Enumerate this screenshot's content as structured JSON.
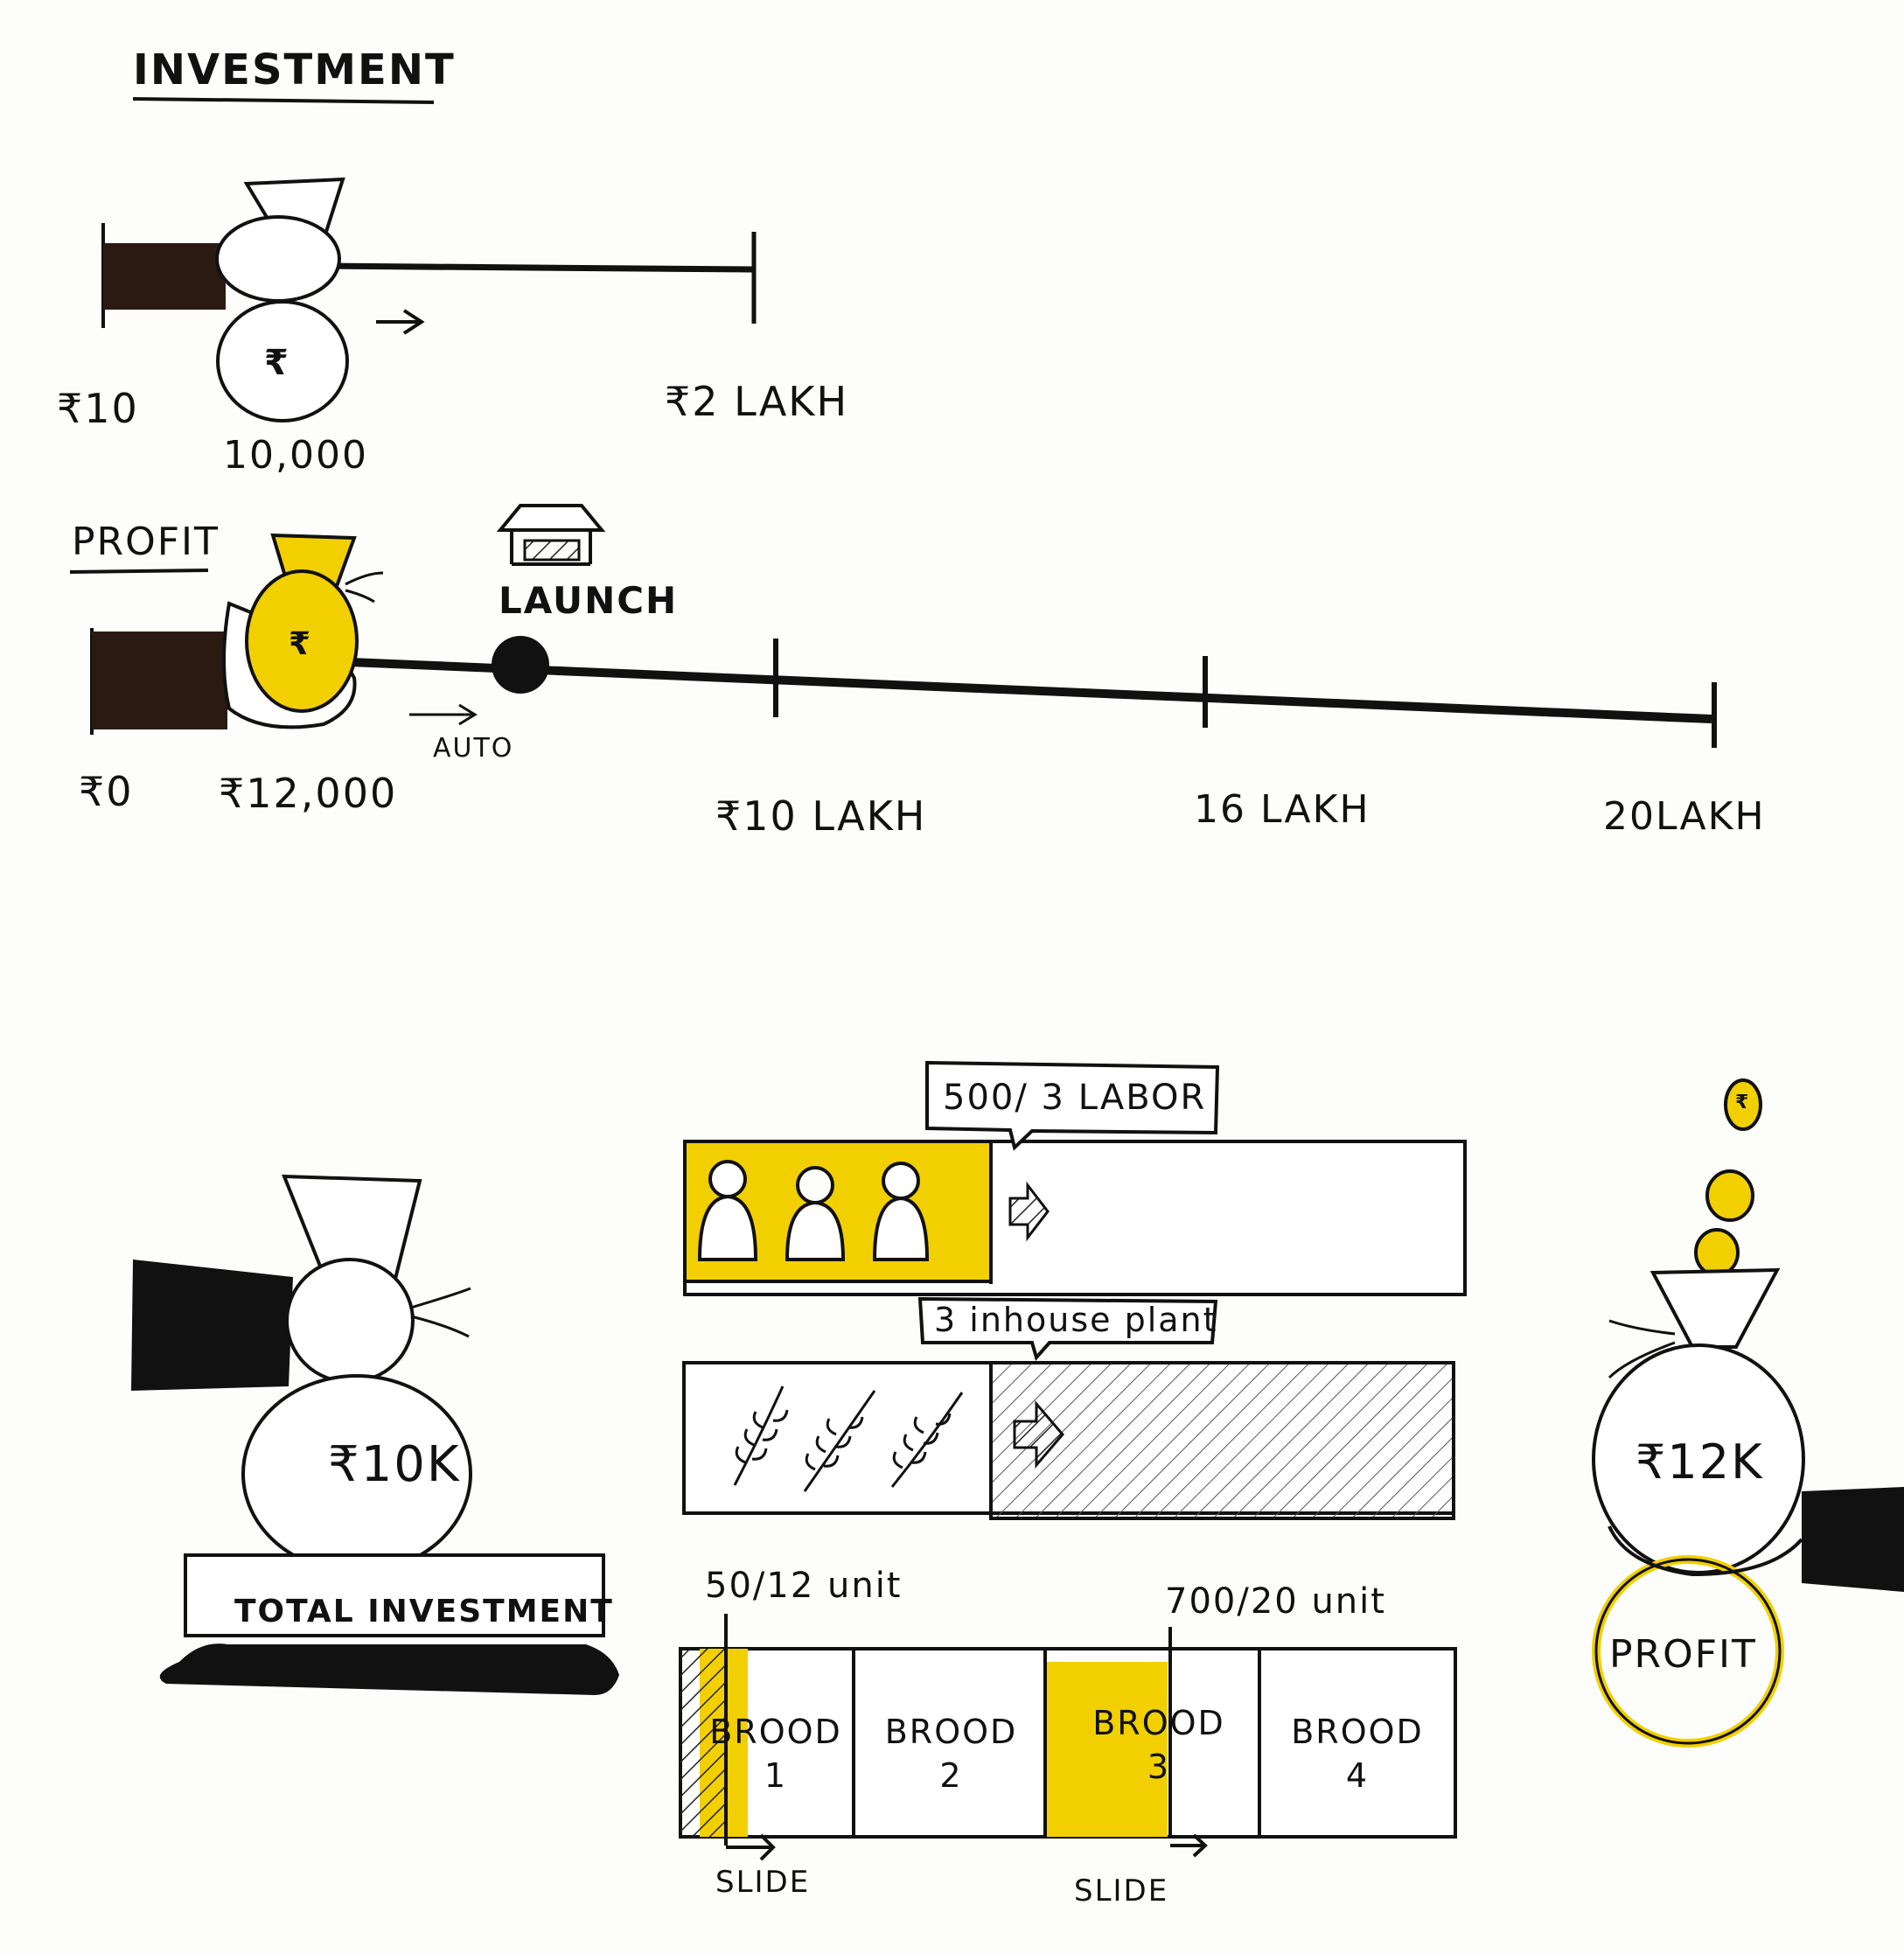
{
  "colors": {
    "ink": "#111111",
    "highlight": "#f2d000",
    "paper": "#fdfdfc"
  },
  "investment": {
    "heading": "INVESTMENT",
    "slider_value": "10,000",
    "min_label": "₹10",
    "max_label": "₹2 LAKH",
    "bag_icon_label": "₹"
  },
  "profit": {
    "heading": "PROFIT",
    "bag_icon_label": "₹",
    "start_label": "₹0",
    "value_label": "₹12,000",
    "auto_label": "AUTO",
    "launch_label": "LAUNCH",
    "ticks": [
      "₹10 LAKH",
      "16 LAKH",
      "20LAKH"
    ]
  },
  "total_investment": {
    "amount": "₹10K",
    "label": "TOTAL INVESTMENT"
  },
  "labor": {
    "tooltip": "500/ 3 LABOR",
    "filled_fraction": 0.39
  },
  "plants": {
    "tooltip": "3 inhouse plant",
    "filled_fraction": 0.39
  },
  "broods": {
    "left_marker": "50/12 unit",
    "right_marker": "700/20 unit",
    "slide_labels": [
      "SLIDE",
      "SLIDE"
    ],
    "items": [
      {
        "name": "BROOD",
        "number": "1"
      },
      {
        "name": "BROOD",
        "number": "2"
      },
      {
        "name": "BROOD",
        "number": "3"
      },
      {
        "name": "BROOD",
        "number": "4"
      }
    ]
  },
  "profit_bag": {
    "amount": "₹12K",
    "label": "PROFIT",
    "coin_symbol": "₹"
  }
}
